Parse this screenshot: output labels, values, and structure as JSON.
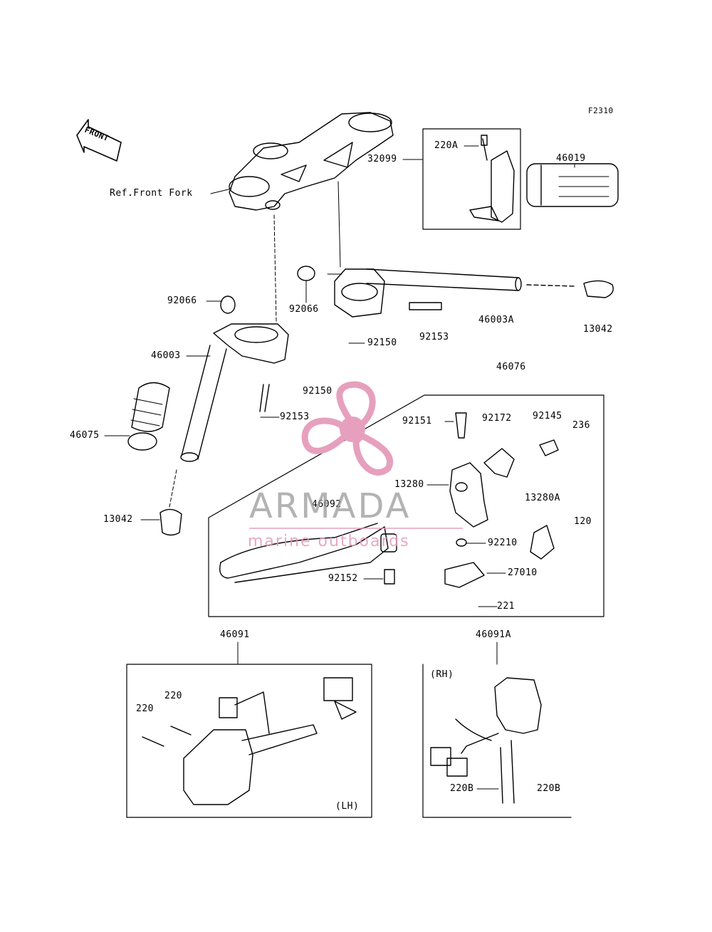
{
  "figure_code": "F2310",
  "front_label": "FRONT",
  "ref_label": "Ref.Front Fork",
  "parts": {
    "p220A": "220A",
    "p32099": "32099",
    "p46019": "46019",
    "p92066a": "92066",
    "p92066b": "92066",
    "p46003A": "46003A",
    "p13042a": "13042",
    "p92150a": "92150",
    "p92153a": "92153",
    "p46076": "46076",
    "p46003": "46003",
    "p92150b": "92150",
    "p92153b": "92153",
    "p46075": "46075",
    "p13042b": "13042",
    "p92151": "92151",
    "p92172": "92172",
    "p92145": "92145",
    "p236": "236",
    "p13280": "13280",
    "p13280A": "13280A",
    "p46092": "46092",
    "p120": "120",
    "p92210": "92210",
    "p27010": "27010",
    "p92152": "92152",
    "p221": "221",
    "p46091": "46091",
    "p46091A": "46091A",
    "p220a": "220",
    "p220b": "220",
    "p220Ba": "220B",
    "p220Bb": "220B"
  },
  "side_labels": {
    "lh": "(LH)",
    "rh": "(RH)"
  },
  "watermark": {
    "brand": "ARMADA",
    "tagline": "marine outboards",
    "logo_color": "#e6a0bd"
  }
}
